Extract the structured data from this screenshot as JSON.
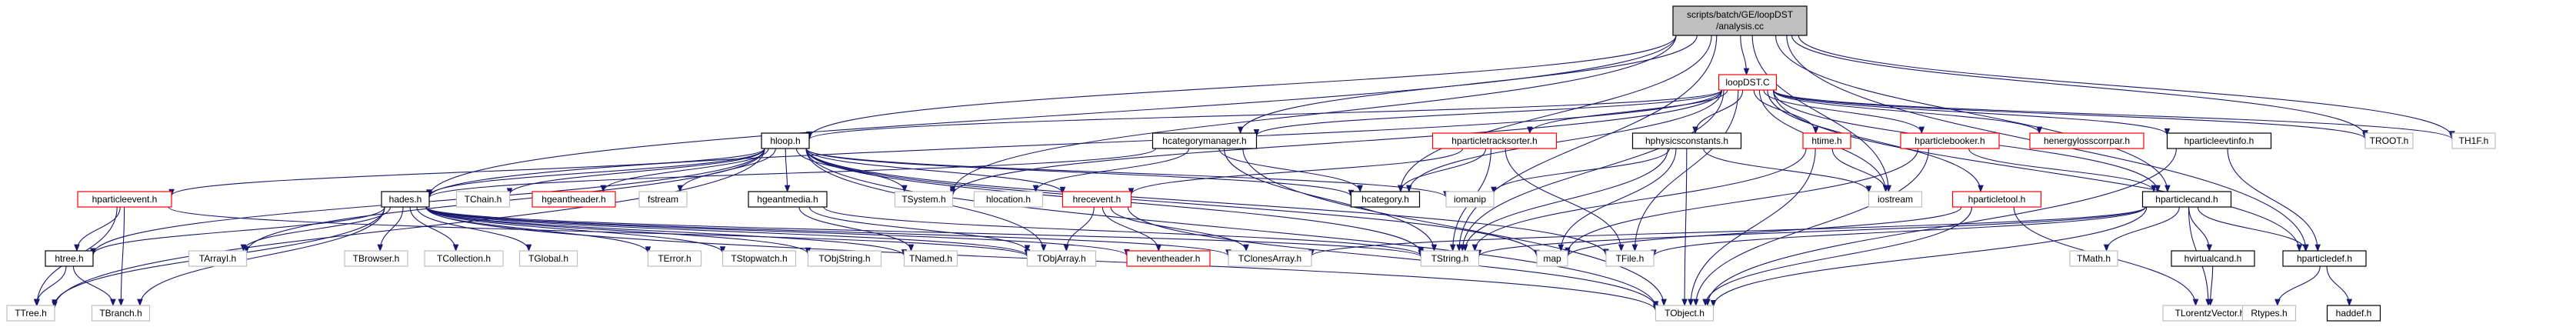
{
  "graph": {
    "root": "scripts/batch/GE/loopDST/analysis.cc",
    "colors": {
      "root_fill": "#bfbfbf",
      "root_border": "#000000",
      "documented_border": "#000000",
      "undocumented_border": "#bfbfbf",
      "truncated_border": "#ff0000",
      "edge": "#191970",
      "node_fill": "#ffffff",
      "text": "#000000"
    },
    "nodes": [
      {
        "id": "analysis",
        "lines": [
          "scripts/batch/GE/loopDST",
          "/analysis.cc"
        ],
        "style": "root"
      },
      {
        "id": "loopDST.C",
        "lines": [
          "loopDST.C"
        ],
        "style": "truncated"
      },
      {
        "id": "hloop.h",
        "lines": [
          "hloop.h"
        ],
        "style": "normal"
      },
      {
        "id": "hcategorymanager.h",
        "lines": [
          "hcategorymanager.h"
        ],
        "style": "normal"
      },
      {
        "id": "hparticletracksorter.h",
        "lines": [
          "hparticletracksorter.h"
        ],
        "style": "truncated"
      },
      {
        "id": "hphysicsconstants.h",
        "lines": [
          "hphysicsconstants.h"
        ],
        "style": "normal"
      },
      {
        "id": "htime.h",
        "lines": [
          "htime.h"
        ],
        "style": "truncated"
      },
      {
        "id": "hparticlebooker.h",
        "lines": [
          "hparticlebooker.h"
        ],
        "style": "truncated"
      },
      {
        "id": "henergylosscorrpar.h",
        "lines": [
          "henergylosscorrpar.h"
        ],
        "style": "truncated"
      },
      {
        "id": "hparticleevtinfo.h",
        "lines": [
          "hparticleevtinfo.h"
        ],
        "style": "normal"
      },
      {
        "id": "TROOT.h",
        "lines": [
          "TROOT.h"
        ],
        "style": "undocumented"
      },
      {
        "id": "TH1F.h",
        "lines": [
          "TH1F.h"
        ],
        "style": "undocumented"
      },
      {
        "id": "hparticleevent.h",
        "lines": [
          "hparticleevent.h"
        ],
        "style": "truncated"
      },
      {
        "id": "hades.h",
        "lines": [
          "hades.h"
        ],
        "style": "normal"
      },
      {
        "id": "TChain.h",
        "lines": [
          "TChain.h"
        ],
        "style": "undocumented"
      },
      {
        "id": "hgeantheader.h",
        "lines": [
          "hgeantheader.h"
        ],
        "style": "truncated"
      },
      {
        "id": "fstream",
        "lines": [
          "fstream"
        ],
        "style": "undocumented"
      },
      {
        "id": "hgeantmedia.h",
        "lines": [
          "hgeantmedia.h"
        ],
        "style": "normal"
      },
      {
        "id": "hrecevent.h",
        "lines": [
          "hrecevent.h"
        ],
        "style": "truncated"
      },
      {
        "id": "TSystem.h",
        "lines": [
          "TSystem.h"
        ],
        "style": "undocumented"
      },
      {
        "id": "hlocation.h",
        "lines": [
          "hlocation.h"
        ],
        "style": "undocumented"
      },
      {
        "id": "hcategory.h",
        "lines": [
          "hcategory.h"
        ],
        "style": "normal"
      },
      {
        "id": "iomanip",
        "lines": [
          "iomanip"
        ],
        "style": "undocumented"
      },
      {
        "id": "iostream",
        "lines": [
          "iostream"
        ],
        "style": "undocumented"
      },
      {
        "id": "hparticletool.h",
        "lines": [
          "hparticletool.h"
        ],
        "style": "truncated"
      },
      {
        "id": "hparticlecand.h",
        "lines": [
          "hparticlecand.h"
        ],
        "style": "normal"
      },
      {
        "id": "htree.h",
        "lines": [
          "htree.h"
        ],
        "style": "normal"
      },
      {
        "id": "TArrayI.h",
        "lines": [
          "TArrayI.h"
        ],
        "style": "undocumented"
      },
      {
        "id": "TBrowser.h",
        "lines": [
          "TBrowser.h"
        ],
        "style": "undocumented"
      },
      {
        "id": "TCollection.h",
        "lines": [
          "TCollection.h"
        ],
        "style": "undocumented"
      },
      {
        "id": "TGlobal.h",
        "lines": [
          "TGlobal.h"
        ],
        "style": "undocumented"
      },
      {
        "id": "TError.h",
        "lines": [
          "TError.h"
        ],
        "style": "undocumented"
      },
      {
        "id": "TStopwatch.h",
        "lines": [
          "TStopwatch.h"
        ],
        "style": "undocumented"
      },
      {
        "id": "TObjString.h",
        "lines": [
          "TObjString.h"
        ],
        "style": "undocumented"
      },
      {
        "id": "TNamed.h",
        "lines": [
          "TNamed.h"
        ],
        "style": "undocumented"
      },
      {
        "id": "TObjArray.h",
        "lines": [
          "TObjArray.h"
        ],
        "style": "undocumented"
      },
      {
        "id": "heventheader.h",
        "lines": [
          "heventheader.h"
        ],
        "style": "truncated"
      },
      {
        "id": "TClonesArray.h",
        "lines": [
          "TClonesArray.h"
        ],
        "style": "undocumented"
      },
      {
        "id": "TString.h",
        "lines": [
          "TString.h"
        ],
        "style": "undocumented"
      },
      {
        "id": "map",
        "lines": [
          "map"
        ],
        "style": "undocumented"
      },
      {
        "id": "TFile.h",
        "lines": [
          "TFile.h"
        ],
        "style": "undocumented"
      },
      {
        "id": "TMath.h",
        "lines": [
          "TMath.h"
        ],
        "style": "undocumented"
      },
      {
        "id": "hvirtualcand.h",
        "lines": [
          "hvirtualcand.h"
        ],
        "style": "normal"
      },
      {
        "id": "hparticledef.h",
        "lines": [
          "hparticledef.h"
        ],
        "style": "normal"
      },
      {
        "id": "TTree.h",
        "lines": [
          "TTree.h"
        ],
        "style": "undocumented"
      },
      {
        "id": "TBranch.h",
        "lines": [
          "TBranch.h"
        ],
        "style": "undocumented"
      },
      {
        "id": "TObject.h",
        "lines": [
          "TObject.h"
        ],
        "style": "undocumented"
      },
      {
        "id": "TLorentzVector.h",
        "lines": [
          "TLorentzVector.h"
        ],
        "style": "undocumented"
      },
      {
        "id": "Rtypes.h",
        "lines": [
          "Rtypes.h"
        ],
        "style": "undocumented"
      },
      {
        "id": "haddef.h",
        "lines": [
          "haddef.h"
        ],
        "style": "normal"
      }
    ],
    "edges": [
      [
        "analysis",
        "loopDST.C"
      ],
      [
        "analysis",
        "hloop.h"
      ],
      [
        "analysis",
        "hcategorymanager.h"
      ],
      [
        "analysis",
        "hades.h"
      ],
      [
        "analysis",
        "TSystem.h"
      ],
      [
        "analysis",
        "hcategory.h"
      ],
      [
        "analysis",
        "TString.h"
      ],
      [
        "analysis",
        "TROOT.h"
      ],
      [
        "analysis",
        "TH1F.h"
      ],
      [
        "analysis",
        "iostream"
      ],
      [
        "analysis",
        "hparticlecand.h"
      ],
      [
        "analysis",
        "hparticledef.h"
      ],
      [
        "loopDST.C",
        "hloop.h"
      ],
      [
        "loopDST.C",
        "hcategorymanager.h"
      ],
      [
        "loopDST.C",
        "hparticletracksorter.h"
      ],
      [
        "loopDST.C",
        "hphysicsconstants.h"
      ],
      [
        "loopDST.C",
        "htime.h"
      ],
      [
        "loopDST.C",
        "hparticlebooker.h"
      ],
      [
        "loopDST.C",
        "henergylosscorrpar.h"
      ],
      [
        "loopDST.C",
        "hparticleevtinfo.h"
      ],
      [
        "loopDST.C",
        "TROOT.h"
      ],
      [
        "loopDST.C",
        "TH1F.h"
      ],
      [
        "loopDST.C",
        "hades.h"
      ],
      [
        "loopDST.C",
        "TSystem.h"
      ],
      [
        "loopDST.C",
        "hcategory.h"
      ],
      [
        "loopDST.C",
        "TString.h"
      ],
      [
        "loopDST.C",
        "iostream"
      ],
      [
        "loopDST.C",
        "hparticletool.h"
      ],
      [
        "loopDST.C",
        "hparticlecand.h"
      ],
      [
        "loopDST.C",
        "hparticledef.h"
      ],
      [
        "loopDST.C",
        "TFile.h"
      ],
      [
        "hloop.h",
        "hparticleevent.h"
      ],
      [
        "hloop.h",
        "hades.h"
      ],
      [
        "hloop.h",
        "TChain.h"
      ],
      [
        "hloop.h",
        "hgeantheader.h"
      ],
      [
        "hloop.h",
        "fstream"
      ],
      [
        "hloop.h",
        "hgeantmedia.h"
      ],
      [
        "hloop.h",
        "hrecevent.h"
      ],
      [
        "hloop.h",
        "TSystem.h"
      ],
      [
        "hloop.h",
        "hcategory.h"
      ],
      [
        "hloop.h",
        "iomanip"
      ],
      [
        "hloop.h",
        "htree.h"
      ],
      [
        "hloop.h",
        "TArrayI.h"
      ],
      [
        "hloop.h",
        "TObjArray.h"
      ],
      [
        "hloop.h",
        "TString.h"
      ],
      [
        "hloop.h",
        "map"
      ],
      [
        "hloop.h",
        "TFile.h"
      ],
      [
        "hloop.h",
        "TObject.h"
      ],
      [
        "hloop.h",
        "TTree.h"
      ],
      [
        "hcategorymanager.h",
        "hlocation.h"
      ],
      [
        "hcategorymanager.h",
        "hcategory.h"
      ],
      [
        "hcategorymanager.h",
        "hades.h"
      ],
      [
        "hcategorymanager.h",
        "TString.h"
      ],
      [
        "hcategorymanager.h",
        "TObject.h"
      ],
      [
        "hparticletracksorter.h",
        "hrecevent.h"
      ],
      [
        "hparticletracksorter.h",
        "hcategory.h"
      ],
      [
        "hparticletracksorter.h",
        "TString.h"
      ],
      [
        "hparticletracksorter.h",
        "TFile.h"
      ],
      [
        "hphysicsconstants.h",
        "iomanip"
      ],
      [
        "hphysicsconstants.h",
        "TString.h"
      ],
      [
        "hphysicsconstants.h",
        "map"
      ],
      [
        "hphysicsconstants.h",
        "TObject.h"
      ],
      [
        "hphysicsconstants.h",
        "iostream"
      ],
      [
        "htime.h",
        "iostream"
      ],
      [
        "htime.h",
        "TString.h"
      ],
      [
        "htime.h",
        "TObject.h"
      ],
      [
        "hparticlebooker.h",
        "hparticlecand.h"
      ],
      [
        "hparticlebooker.h",
        "map"
      ],
      [
        "hparticlebooker.h",
        "TObject.h"
      ],
      [
        "hparticleevtinfo.h",
        "hparticledef.h"
      ],
      [
        "hparticleevtinfo.h",
        "TObject.h"
      ],
      [
        "hparticleevent.h",
        "htree.h"
      ],
      [
        "hparticleevent.h",
        "TTree.h"
      ],
      [
        "hparticleevent.h",
        "TBranch.h"
      ],
      [
        "hparticleevent.h",
        "TObjArray.h"
      ],
      [
        "hades.h",
        "htree.h"
      ],
      [
        "hades.h",
        "TArrayI.h"
      ],
      [
        "hades.h",
        "TBrowser.h"
      ],
      [
        "hades.h",
        "TCollection.h"
      ],
      [
        "hades.h",
        "TGlobal.h"
      ],
      [
        "hades.h",
        "TError.h"
      ],
      [
        "hades.h",
        "TStopwatch.h"
      ],
      [
        "hades.h",
        "TObjString.h"
      ],
      [
        "hades.h",
        "TNamed.h"
      ],
      [
        "hades.h",
        "TObjArray.h"
      ],
      [
        "hades.h",
        "heventheader.h"
      ],
      [
        "hades.h",
        "TClonesArray.h"
      ],
      [
        "hades.h",
        "TString.h"
      ],
      [
        "hades.h",
        "TObject.h"
      ],
      [
        "hades.h",
        "TTree.h"
      ],
      [
        "hades.h",
        "TBranch.h"
      ],
      [
        "hgeantmedia.h",
        "TNamed.h"
      ],
      [
        "hgeantmedia.h",
        "TObjArray.h"
      ],
      [
        "hgeantmedia.h",
        "TString.h"
      ],
      [
        "hrecevent.h",
        "heventheader.h"
      ],
      [
        "hrecevent.h",
        "TClonesArray.h"
      ],
      [
        "hrecevent.h",
        "TObjArray.h"
      ],
      [
        "hrecevent.h",
        "TObject.h"
      ],
      [
        "htree.h",
        "TTree.h"
      ],
      [
        "htree.h",
        "TBranch.h"
      ],
      [
        "hparticletool.h",
        "TObject.h"
      ],
      [
        "hparticletool.h",
        "TLorentzVector.h"
      ],
      [
        "hparticletool.h",
        "map"
      ],
      [
        "hparticlecand.h",
        "TMath.h"
      ],
      [
        "hparticlecand.h",
        "hvirtualcand.h"
      ],
      [
        "hparticlecand.h",
        "hparticledef.h"
      ],
      [
        "hparticlecand.h",
        "TLorentzVector.h"
      ],
      [
        "hparticlecand.h",
        "TObject.h"
      ],
      [
        "hparticlecand.h",
        "TFile.h"
      ],
      [
        "hparticlecand.h",
        "TClonesArray.h"
      ],
      [
        "hparticlecand.h",
        "TString.h"
      ],
      [
        "hvirtualcand.h",
        "TLorentzVector.h"
      ],
      [
        "hparticledef.h",
        "Rtypes.h"
      ],
      [
        "hparticledef.h",
        "haddef.h"
      ]
    ]
  }
}
